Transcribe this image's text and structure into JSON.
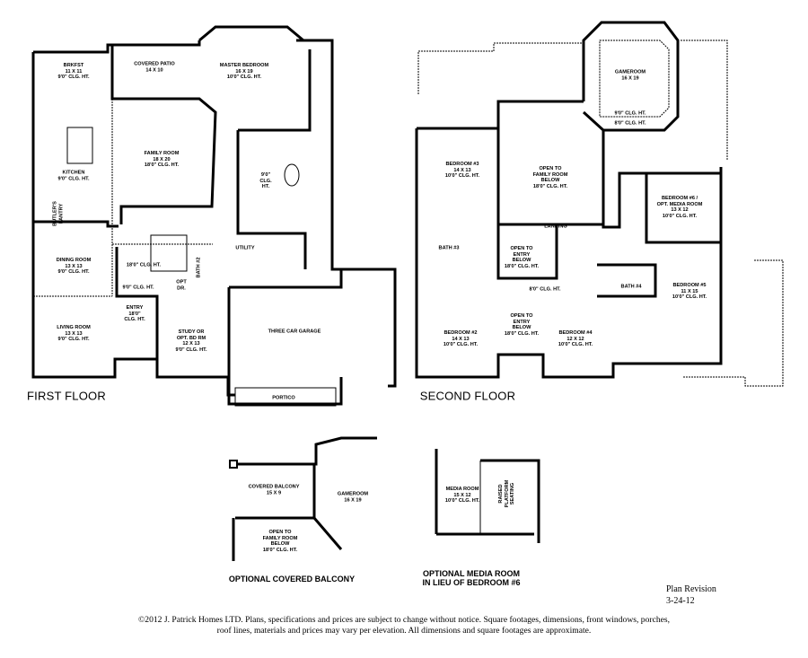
{
  "first_floor": {
    "title": "FIRST FLOOR",
    "rooms": {
      "brkfst": [
        "BRKFST",
        "11 X 11",
        "9'0\" CLG. HT."
      ],
      "covered_patio": [
        "COVERED PATIO",
        "14 X 10"
      ],
      "master_bedroom": [
        "MASTER BEDROOM",
        "16 X 19",
        "10'0\" CLG. HT."
      ],
      "family_room": [
        "FAMILY ROOM",
        "18 X 20",
        "18'0\" CLG. HT."
      ],
      "kitchen": [
        "KITCHEN",
        "9'0\" CLG. HT."
      ],
      "master_bath": [
        "9'0\"",
        "CLG.",
        "HT."
      ],
      "butlers_pantry": [
        "BUTLER'S",
        "PANTRY"
      ],
      "utility": [
        "UTILITY"
      ],
      "dining_room": [
        "DINING ROOM",
        "13 X 13",
        "9'0\" CLG. HT."
      ],
      "stair_hall": [
        "18'0\" CLG. HT."
      ],
      "bath2": [
        "BATH #2"
      ],
      "hall": [
        "9'0\" CLG. HT."
      ],
      "opt_dr": [
        "OPT",
        "DR."
      ],
      "entry": [
        "ENTRY",
        "18'0\"",
        "CLG. HT."
      ],
      "living_room": [
        "LIVING ROOM",
        "13 X 13",
        "9'0\" CLG. HT."
      ],
      "study": [
        "STUDY OR",
        "OPT. BD RM",
        "12 X 13",
        "9'0\" CLG. HT."
      ],
      "garage": [
        "THREE CAR GARAGE"
      ],
      "portico": [
        "PORTICO"
      ]
    }
  },
  "second_floor": {
    "title": "SECOND FLOOR",
    "rooms": {
      "gameroom": [
        "GAMEROOM",
        "16 X 19"
      ],
      "gameroom_clg1": [
        "9'0\" CLG. HT."
      ],
      "gameroom_clg2": [
        "8'0\" CLG. HT."
      ],
      "bedroom3": [
        "BEDROOM #3",
        "14 X 13",
        "10'0\" CLG. HT."
      ],
      "open_family": [
        "OPEN TO",
        "FAMILY ROOM",
        "BELOW",
        "18'0\" CLG. HT."
      ],
      "bedroom6": [
        "BEDROOM #6 /",
        "OPT. MEDIA ROOM",
        "13 X 12",
        "10'0\" CLG. HT."
      ],
      "landing": [
        "LANDING"
      ],
      "bath3": [
        "BATH #3"
      ],
      "open_entry1": [
        "OPEN TO",
        "ENTRY",
        "BELOW",
        "18'0\" CLG. HT."
      ],
      "hall": [
        "8'0\" CLG. HT."
      ],
      "bath4": [
        "BATH #4"
      ],
      "bedroom5": [
        "BEDROOM #5",
        "11 X 15",
        "10'0\" CLG. HT."
      ],
      "open_entry2": [
        "OPEN TO",
        "ENTRY",
        "BELOW",
        "18'0\" CLG. HT."
      ],
      "bedroom2": [
        "BEDROOM #2",
        "14 X 13",
        "10'0\" CLG. HT."
      ],
      "bedroom4": [
        "BEDROOM #4",
        "12 X 12",
        "10'0\" CLG. HT."
      ]
    }
  },
  "optional_balcony": {
    "title": "OPTIONAL COVERED BALCONY",
    "rooms": {
      "balcony": [
        "COVERED BALCONY",
        "15 X 9"
      ],
      "gameroom": [
        "GAMEROOM",
        "16 X 19"
      ],
      "open_family": [
        "OPEN TO",
        "FAMILY ROOM",
        "BELOW",
        "18'0\" CLG. HT."
      ]
    }
  },
  "optional_media": {
    "title": [
      "OPTIONAL MEDIA ROOM",
      "IN LIEU OF BEDROOM #6"
    ],
    "rooms": {
      "media_room": [
        "MEDIA ROOM",
        "15 X 12",
        "10'0\" CLG. HT."
      ],
      "platform": [
        "RAISED",
        "PLATFORM",
        "SEATING"
      ]
    }
  },
  "revision": [
    "Plan Revision",
    "3-24-12"
  ],
  "copyright": [
    "©2012 J. Patrick Homes LTD.  Plans, specifications and prices are subject to change without notice.  Square footages, dimensions, front windows, porches,",
    "roof lines, materials and prices may vary per elevation.   All dimensions and square footages are approximate."
  ]
}
